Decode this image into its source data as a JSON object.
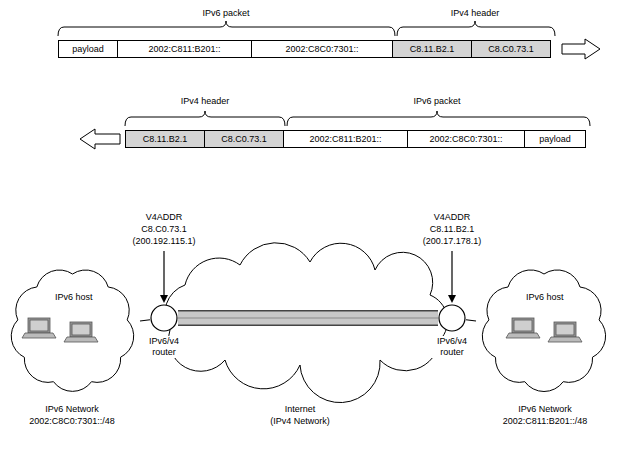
{
  "diagram": {
    "nodes": [
      {
        "text": [
          "payload"
        ]
      },
      {
        "text": [
          "2002:C811:B201::"
        ]
      },
      {
        "text": [
          "2002:C8C0:7301::"
        ]
      },
      {
        "text": [
          "C8.11.B2.1"
        ]
      },
      {
        "text": [
          "C8.C0.73.1"
        ]
      },
      {
        "text": [
          "C8.11.B2.1"
        ]
      },
      {
        "text": [
          "C8.C0.73.1"
        ]
      },
      {
        "text": [
          "2002:C811:B201::"
        ]
      },
      {
        "text": [
          "2002:C8C0:7301::"
        ]
      },
      {
        "text": [
          "payload"
        ]
      },
      {
        "text": [
          "IPv6 host"
        ]
      },
      {
        "text": [
          "IPv6/v4 router"
        ]
      },
      {
        "text": [
          "IPv6/v4 router"
        ]
      },
      {
        "text": [
          "IPv6 host"
        ]
      }
    ],
    "edges": [
      {
        "from": 10,
        "to": 11,
        "arrow": "none"
      },
      {
        "from": 11,
        "to": 12,
        "arrow": "none"
      },
      {
        "from": 12,
        "to": 13,
        "arrow": "none"
      }
    ],
    "labels": [
      "IPv6 packet",
      "IPv4 header",
      "IPv4 header",
      "IPv6 packet",
      "V4ADDR",
      "C8.C0.73.1",
      "(200.192.115.1)",
      "V4ADDR",
      "C8.11.B2.1",
      "(200.17.178.1)",
      "IPv6 Network",
      "2002:C8C0:7301::/48",
      "Internet",
      "(IPv4 Network)",
      "IPv6 Network",
      "2002:C811:B201::/48"
    ]
  }
}
